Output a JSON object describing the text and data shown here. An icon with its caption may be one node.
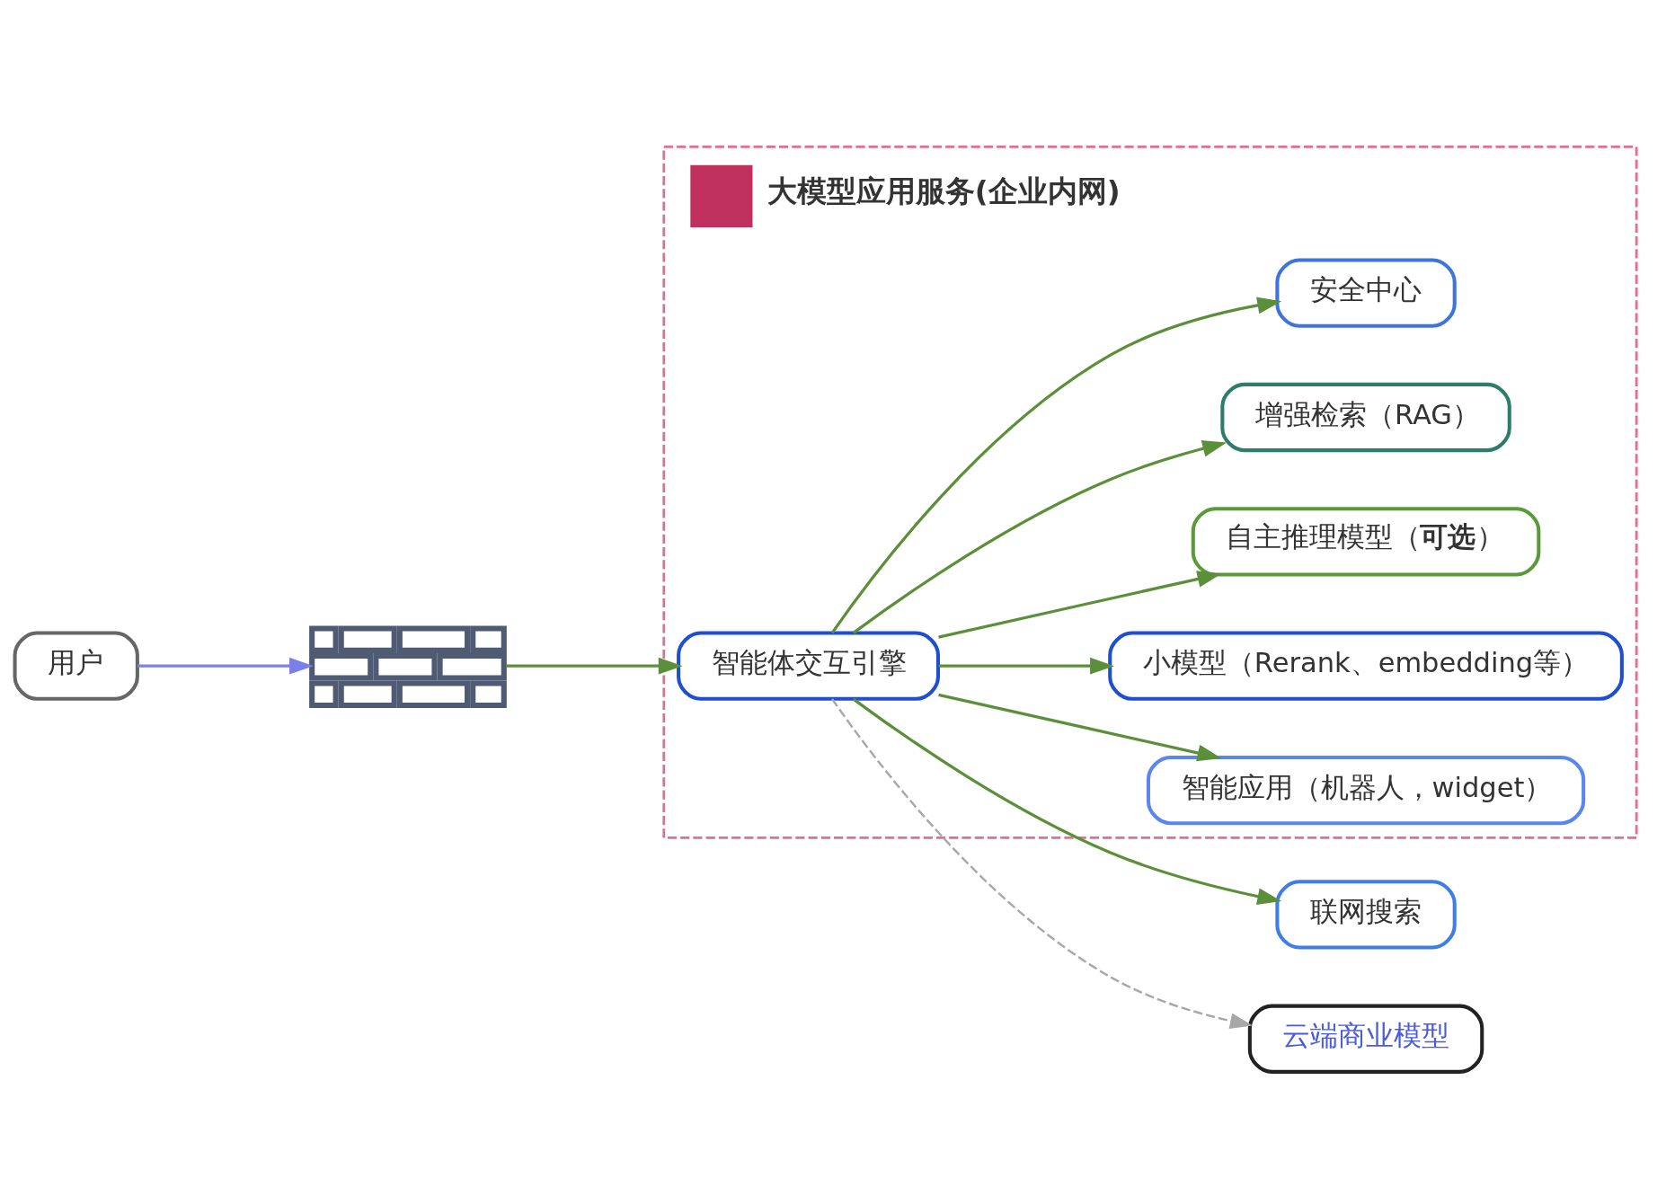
{
  "diagram": {
    "nodes": [
      {
        "text": [
          "联网搜索"
        ]
      },
      {
        "text": [
          "云端商业模型"
        ]
      },
      {
        "text": [
          "大模型应用服务(企业内网)"
        ]
      },
      {
        "text": [
          "安全中心"
        ],
        "in": 2
      },
      {
        "text": [
          "增强检索（RAG）"
        ],
        "in": 2
      },
      {
        "text": [
          "用户"
        ]
      },
      {
        "text": [],
        "shape": "picture"
      },
      {
        "text": [
          "智能体交互引擎"
        ],
        "in": 2
      },
      {
        "text": [
          "自主推理模型（**可选**）"
        ],
        "in": 2
      },
      {
        "text": [
          "小模型（Rerank、embedding等）"
        ],
        "in": 2
      },
      {
        "text": [
          "智能应用（机器人，widget）"
        ],
        "in": 2
      }
    ],
    "edges": [
      {
        "from": 5,
        "to": 6,
        "arrow": "to",
        "color": "#7b7fe8"
      },
      {
        "from": 6,
        "to": 7,
        "arrow": "to"
      },
      {
        "from": 7,
        "to": 10,
        "arrow": "to"
      },
      {
        "from": 7,
        "to": 9,
        "arrow": "to"
      },
      {
        "from": 7,
        "to": 8,
        "arrow": "to"
      },
      {
        "from": 7,
        "to": 4,
        "arrow": "to"
      },
      {
        "from": 7,
        "to": 3,
        "arrow": "to"
      },
      {
        "from": 7,
        "to": 1,
        "arrow": "to",
        "style": "dashed",
        "color": "#a8a8a8"
      },
      {
        "from": 7,
        "to": 0,
        "arrow": "to"
      }
    ]
  }
}
